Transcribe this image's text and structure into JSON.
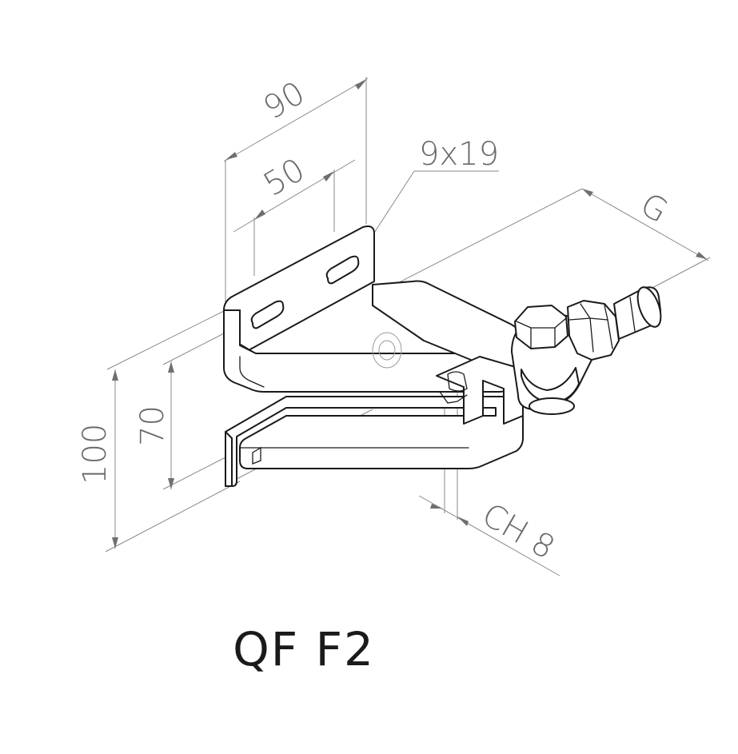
{
  "model": "QF F2",
  "dimensions": {
    "width_total": "90",
    "width_slot": "50",
    "slot": "9x19",
    "thread": "G",
    "height_total": "100",
    "height_inner": "70",
    "wrench": "CH 8"
  },
  "colors": {
    "line": "#1a1a1a",
    "dimension": "#8a8a8a",
    "dimension_text": "#6a6a6a",
    "background": "#ffffff"
  }
}
